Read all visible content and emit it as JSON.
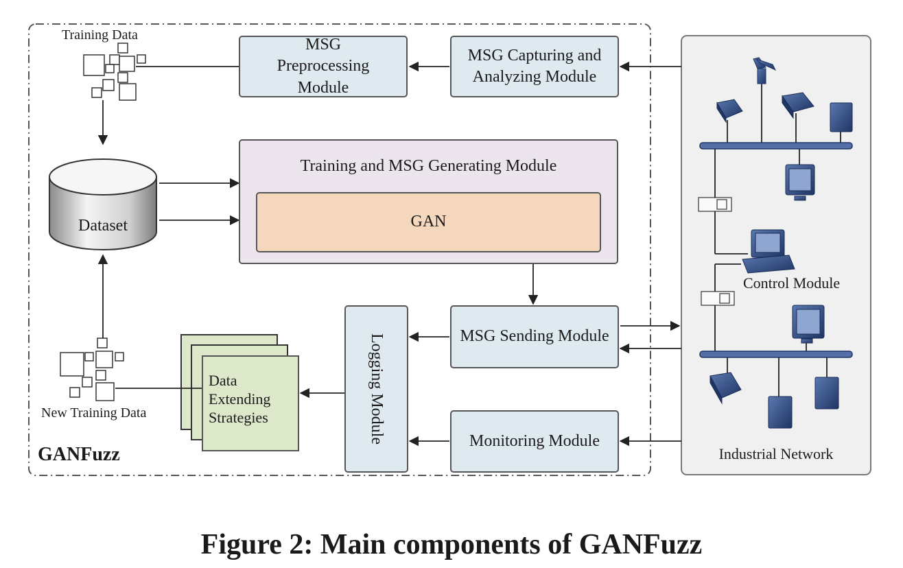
{
  "ganfuzz_label": "GANFuzz",
  "training_data": "Training Data",
  "new_training_data": "New Training Data",
  "dataset": "Dataset",
  "preprocessing": "MSG Preprocessing Module",
  "capturing": "MSG Capturing and Analyzing Module",
  "training_gen": "Training and MSG Generating Module",
  "gan": "GAN",
  "sending": "MSG Sending Module",
  "logging": "Logging Module",
  "monitoring": "Monitoring Module",
  "strategies": "Data Extending Strategies",
  "control_module": "Control Module",
  "industrial_network": "Industrial Network",
  "caption": "Figure 2: Main components of GANFuzz",
  "colors": {
    "module_fill": "#dfeaf0",
    "training_fill": "#ece5ee",
    "gan_fill": "#f4d7bd",
    "strategies_fill": "#dde7c9",
    "network_fill": "#f0f0f0",
    "device": "#2f4a7a"
  }
}
